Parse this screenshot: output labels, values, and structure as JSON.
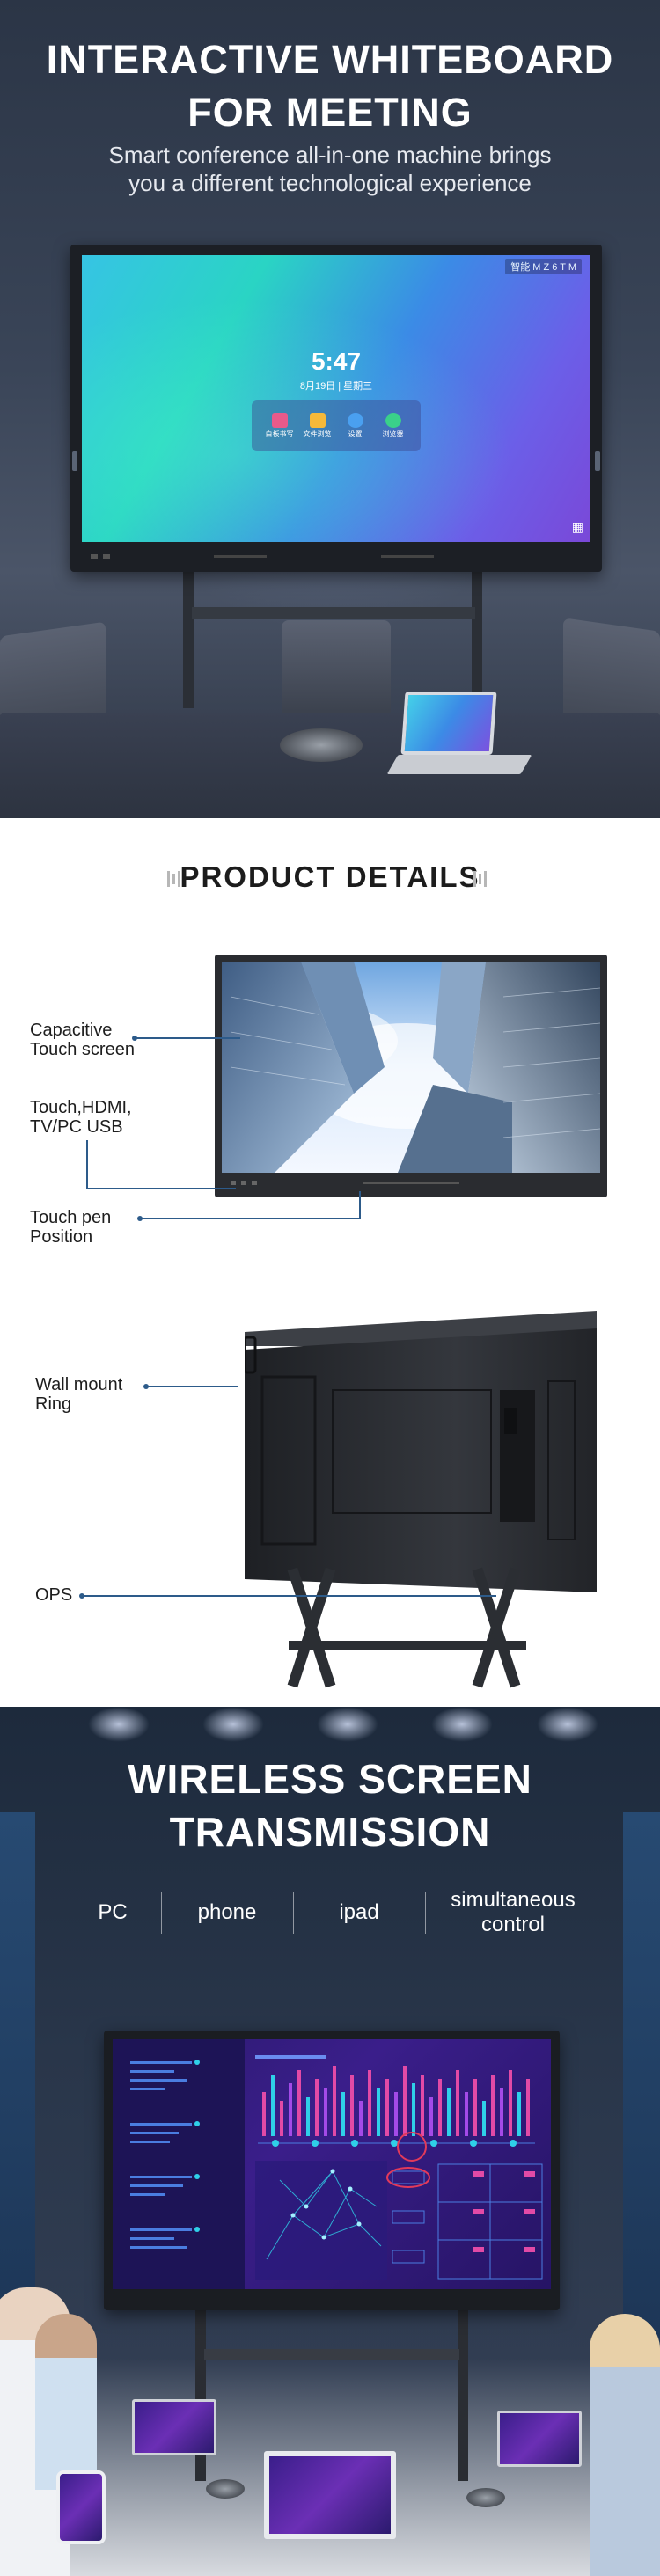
{
  "hero": {
    "title_line1": "INTERACTIVE WHITEBOARD",
    "title_line2": "FOR MEETING",
    "subtitle_line1": "Smart conference all-in-one machine brings",
    "subtitle_line2": "you a different technological experience",
    "screen": {
      "badge": "智能 M Z 6 T M",
      "time": "5:47",
      "date": "8月19日 | 星期三",
      "apps": [
        "白板书写",
        "文件浏览",
        "设置",
        "浏览器"
      ]
    }
  },
  "details": {
    "title": "PRODUCT DETAILS",
    "callouts": {
      "touch_screen_line1": "Capacitive",
      "touch_screen_line2": "Touch screen",
      "ports_line1": "Touch,HDMI,",
      "ports_line2": "TV/PC USB",
      "pen_line1": "Touch pen",
      "pen_line2": "Position",
      "wall_line1": "Wall mount",
      "wall_line2": "Ring",
      "ops": "OPS"
    }
  },
  "wireless": {
    "title_line1": "WIRELESS SCREEN",
    "title_line2": "TRANSMISSION",
    "features": [
      "PC",
      "phone",
      "ipad",
      "simultaneous control"
    ],
    "feature_last_line1": "simultaneous",
    "feature_last_line2": "control"
  },
  "colors": {
    "callout_blue": "#2d5b8a",
    "hero_bg": "#3a4558",
    "screen_cyan": "#36c4e4",
    "screen_violet": "#7a48d8"
  }
}
